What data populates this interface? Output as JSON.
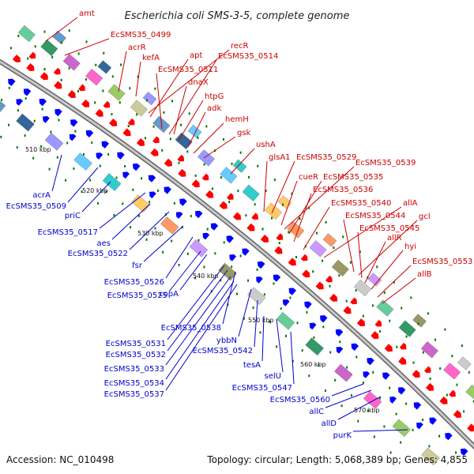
{
  "title": "Escherichia coli SMS-3-5, complete genome",
  "accession": "Accession: NC_010498",
  "topology": "Topology: circular; Length: 5,068,389 bp; Genes: 4,855",
  "colors": {
    "top_labels": "#cc0000",
    "bottom_labels": "#0000cc",
    "backbone": "#999999",
    "forward_arrow": "#ff0000",
    "reverse_arrow": "#0000ff",
    "tick_dot": "#007700"
  },
  "scale_ticks": [
    {
      "id": "510",
      "text": "510 kbp"
    },
    {
      "id": "520",
      "text": "520 kbp"
    },
    {
      "id": "530",
      "text": "530 kbp"
    },
    {
      "id": "540",
      "text": "540 kbp"
    },
    {
      "id": "550",
      "text": "550 kbp"
    },
    {
      "id": "560",
      "text": "560 kbp"
    },
    {
      "id": "570",
      "text": "570 kbp"
    }
  ],
  "top_labels": [
    {
      "id": "amt",
      "text": "amt"
    },
    {
      "id": "EcSMS35_0499",
      "text": "EcSMS35_0499"
    },
    {
      "id": "acrR",
      "text": "acrR"
    },
    {
      "id": "kefA",
      "text": "kefA"
    },
    {
      "id": "recR",
      "text": "recR"
    },
    {
      "id": "apt",
      "text": "apt"
    },
    {
      "id": "EcSMS35_0514",
      "text": "EcSMS35_0514"
    },
    {
      "id": "EcSMS35_0511",
      "text": "EcSMS35_0511"
    },
    {
      "id": "dnaX",
      "text": "dnaX"
    },
    {
      "id": "htpG",
      "text": "htpG"
    },
    {
      "id": "adk",
      "text": "adk"
    },
    {
      "id": "hemH",
      "text": "hemH"
    },
    {
      "id": "gsk",
      "text": "gsk"
    },
    {
      "id": "ushA",
      "text": "ushA"
    },
    {
      "id": "glsA1",
      "text": "glsA1"
    },
    {
      "id": "EcSMS35_0529",
      "text": "EcSMS35_0529"
    },
    {
      "id": "EcSMS35_0539",
      "text": "EcSMS35_0539"
    },
    {
      "id": "cueR",
      "text": "cueR"
    },
    {
      "id": "EcSMS35_0535",
      "text": "EcSMS35_0535"
    },
    {
      "id": "EcSMS35_0536",
      "text": "EcSMS35_0536"
    },
    {
      "id": "allA",
      "text": "allA"
    },
    {
      "id": "EcSMS35_0540",
      "text": "EcSMS35_0540"
    },
    {
      "id": "EcSMS35_0544",
      "text": "EcSMS35_0544"
    },
    {
      "id": "gcl",
      "text": "gcl"
    },
    {
      "id": "EcSMS35_0545",
      "text": "EcSMS35_0545"
    },
    {
      "id": "allR",
      "text": "allR"
    },
    {
      "id": "hyi",
      "text": "hyi"
    },
    {
      "id": "EcSMS35_0553",
      "text": "EcSMS35_0553"
    },
    {
      "id": "allB",
      "text": "allB"
    }
  ],
  "bottom_labels": [
    {
      "id": "acrA",
      "text": "acrA"
    },
    {
      "id": "EcSMS35_0509",
      "text": "EcSMS35_0509"
    },
    {
      "id": "priC",
      "text": "priC"
    },
    {
      "id": "EcSMS35_0517",
      "text": "EcSMS35_0517"
    },
    {
      "id": "aes",
      "text": "aes"
    },
    {
      "id": "EcSMS35_0522",
      "text": "EcSMS35_0522"
    },
    {
      "id": "fsr",
      "text": "fsr"
    },
    {
      "id": "EcSMS35_0526",
      "text": "EcSMS35_0526"
    },
    {
      "id": "EcSMS35_0525",
      "text": "EcSMS35_0525"
    },
    {
      "id": "copA",
      "text": "copA"
    },
    {
      "id": "EcSMS35_0538",
      "text": "EcSMS35_0538"
    },
    {
      "id": "ybbN",
      "text": "ybbN"
    },
    {
      "id": "EcSMS35_0531",
      "text": "EcSMS35_0531"
    },
    {
      "id": "EcSMS35_0532",
      "text": "EcSMS35_0532"
    },
    {
      "id": "EcSMS35_0542",
      "text": "EcSMS35_0542"
    },
    {
      "id": "tesA",
      "text": "tesA"
    },
    {
      "id": "EcSMS35_0533",
      "text": "EcSMS35_0533"
    },
    {
      "id": "selU",
      "text": "selU"
    },
    {
      "id": "EcSMS35_0534",
      "text": "EcSMS35_0534"
    },
    {
      "id": "EcSMS35_0547",
      "text": "EcSMS35_0547"
    },
    {
      "id": "EcSMS35_0537",
      "text": "EcSMS35_0537"
    },
    {
      "id": "EcSMS35_0560",
      "text": "EcSMS35_0560"
    },
    {
      "id": "allC",
      "text": "allC"
    },
    {
      "id": "allD",
      "text": "allD"
    },
    {
      "id": "purK",
      "text": "purK"
    }
  ]
}
